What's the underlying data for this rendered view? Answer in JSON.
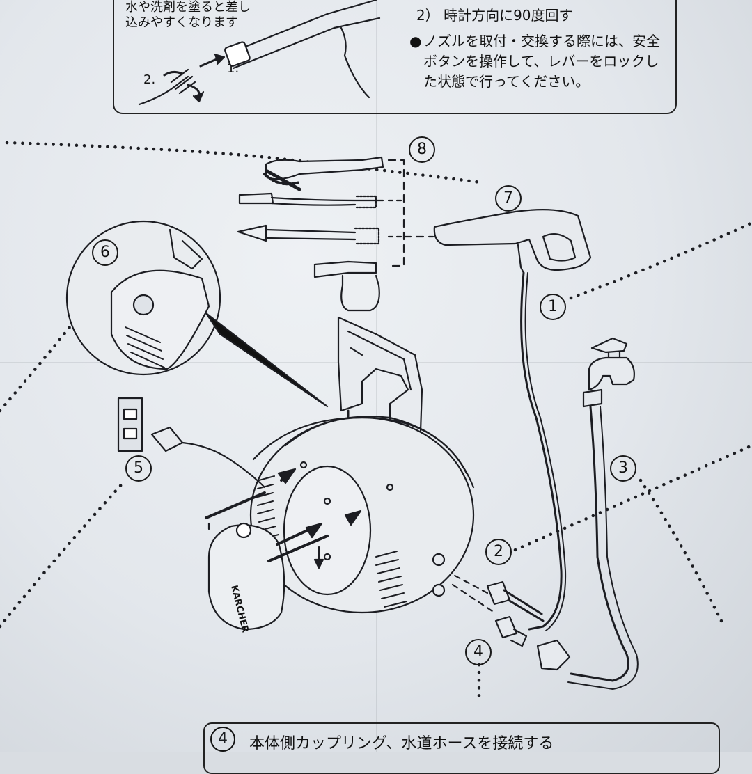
{
  "top_box": {
    "left_lines": [
      "水や洗剤を塗ると差し",
      "込みやすくなります"
    ],
    "step_labels": [
      "1.",
      "2."
    ],
    "right_step": "2） 時計方向に90度回す",
    "bullet": "●",
    "note_lines": [
      "ノズルを取付・交換する際には、安全",
      "ボタンを操作して、レバーをロックし",
      "た状態で行ってください。"
    ]
  },
  "callouts": {
    "n1": "1",
    "n2": "2",
    "n3": "3",
    "n4": "4",
    "n5": "5",
    "n6": "6",
    "n7": "7",
    "n8": "8"
  },
  "brand_label": "KARCHER",
  "bottom_box": {
    "number": "4",
    "title": "本体側カップリング、水道ホースを接続する"
  }
}
